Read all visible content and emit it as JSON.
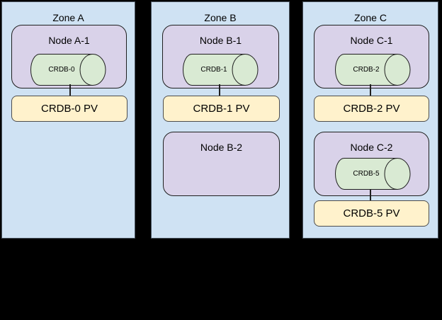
{
  "colors": {
    "background": "#000000",
    "zone_fill": "#cfe2f3",
    "zone_border": "#4a5560",
    "node_fill": "#d9d2e9",
    "node_border": "#1f1f1f",
    "db_fill": "#d9ead3",
    "db_border": "#1f1f1f",
    "pv_fill": "#fff2cc",
    "pv_border": "#4d4d4d",
    "connector": "#1f1f1f",
    "text": "#000000"
  },
  "zones": [
    {
      "label": "Zone A",
      "nodes": [
        {
          "label": "Node A-1",
          "db": {
            "label": "CRDB-0"
          }
        }
      ],
      "pvs": [
        {
          "label": "CRDB-0 PV"
        }
      ]
    },
    {
      "label": "Zone B",
      "nodes": [
        {
          "label": "Node B-1",
          "db": {
            "label": "CRDB-1"
          }
        },
        {
          "label": "Node B-2"
        }
      ],
      "pvs": [
        {
          "label": "CRDB-1 PV"
        }
      ]
    },
    {
      "label": "Zone C",
      "nodes": [
        {
          "label": "Node C-1",
          "db": {
            "label": "CRDB-2"
          }
        },
        {
          "label": "Node C-2",
          "db": {
            "label": "CRDB-5"
          }
        }
      ],
      "pvs": [
        {
          "label": "CRDB-2 PV"
        },
        {
          "label": "CRDB-5 PV"
        }
      ]
    }
  ]
}
